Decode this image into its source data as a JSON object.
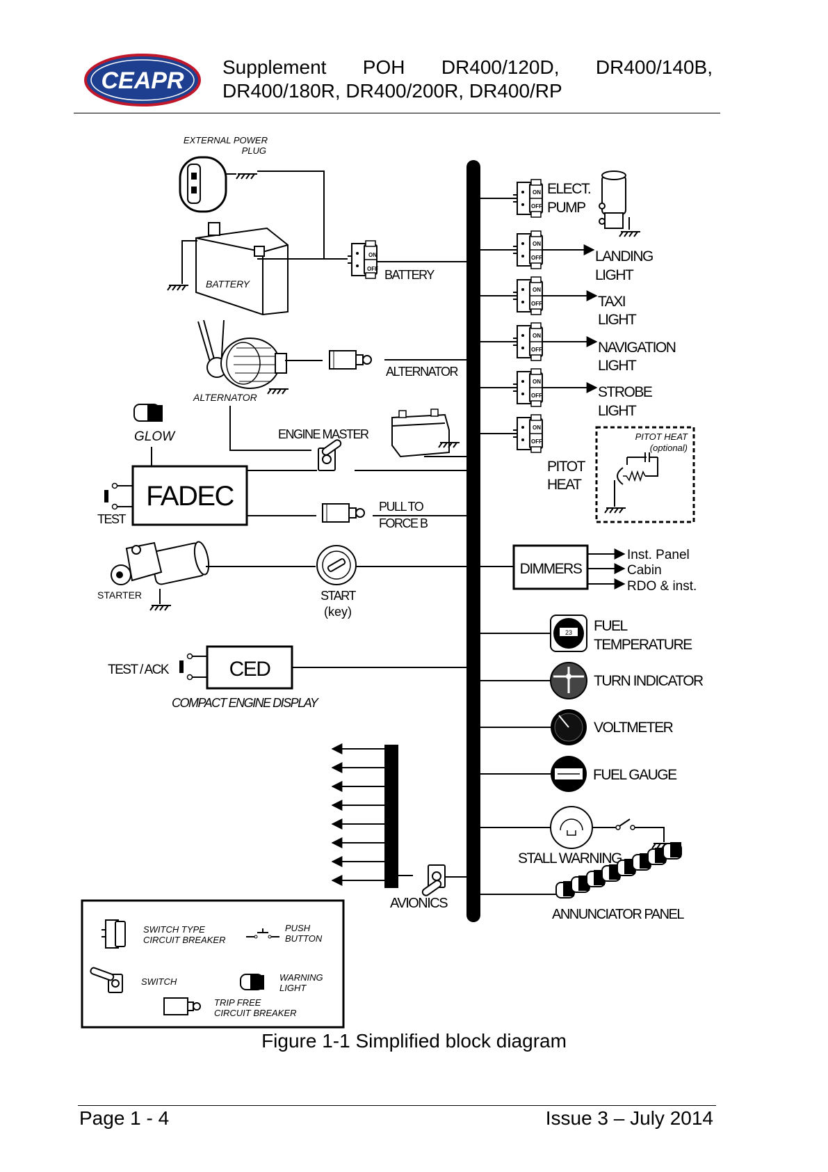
{
  "header": {
    "logo_text": "CEAPR",
    "title_parts": [
      "Supplement",
      "POH",
      "DR400/120D,",
      "DR400/140B,"
    ],
    "title_line2": "DR400/180R, DR400/200R, DR400/RP"
  },
  "diagram": {
    "external_power_l1": "EXTERNAL POWER",
    "external_power_l2": "PLUG",
    "battery": "BATTERY",
    "battery_switch": "BATTERY",
    "alternator": "ALTERNATOR",
    "alternator_breaker": "ALTERNATOR",
    "glow": "GLOW",
    "engine_master": "ENGINE MASTER",
    "fadec": "FADEC",
    "test": "TEST",
    "pull_to_1": "PULL TO",
    "pull_to_2": "FORCE B",
    "starter": "STARTER",
    "start_1": "START",
    "start_2": "(key)",
    "test_ack": "TEST / ACK",
    "ced": "CED",
    "ced_full": "COMPACT ENGINE DISPLAY",
    "avionics": "AVIONICS",
    "elect_pump_1": "ELECT.",
    "elect_pump_2": "PUMP",
    "landing_1": "LANDING",
    "landing_2": "LIGHT",
    "taxi_1": "TAXI",
    "taxi_2": "LIGHT",
    "nav_1": "NAVIGATION",
    "nav_2": "LIGHT",
    "strobe_1": "STROBE",
    "strobe_2": "LIGHT",
    "pitot_1": "PITOT",
    "pitot_2": "HEAT",
    "pitot_opt_1": "PITOT HEAT",
    "pitot_opt_2": "(optional)",
    "dimmers": "DIMMERS",
    "dim_out_1": "Inst. Panel",
    "dim_out_2": "Cabin",
    "dim_out_3": "RDO & inst.",
    "fuel_temp_1": "FUEL",
    "fuel_temp_2": "TEMPERATURE",
    "gauge_reading": "23",
    "turn_indicator": "TURN INDICATOR",
    "voltmeter": "VOLTMETER",
    "fuel_gauge": "FUEL GAUGE",
    "stall_warning": "STALL WARNING",
    "annunciator": "ANNUNCIATOR PANEL",
    "switch_on": "ON",
    "switch_off": "OFF"
  },
  "legend": {
    "switch_cb_1": "SWITCH TYPE",
    "switch_cb_2": "CIRCUIT BREAKER",
    "push_1": "PUSH",
    "push_2": "BUTTON",
    "switch": "SWITCH",
    "warning_1": "WARNING",
    "warning_2": "LIGHT",
    "trip_1": "TRIP FREE",
    "trip_2": "CIRCUIT BREAKER"
  },
  "caption": "Figure 1-1 Simplified block diagram",
  "footer": {
    "page": "Page 1 - 4",
    "issue": "Issue 3 – July 2014"
  }
}
